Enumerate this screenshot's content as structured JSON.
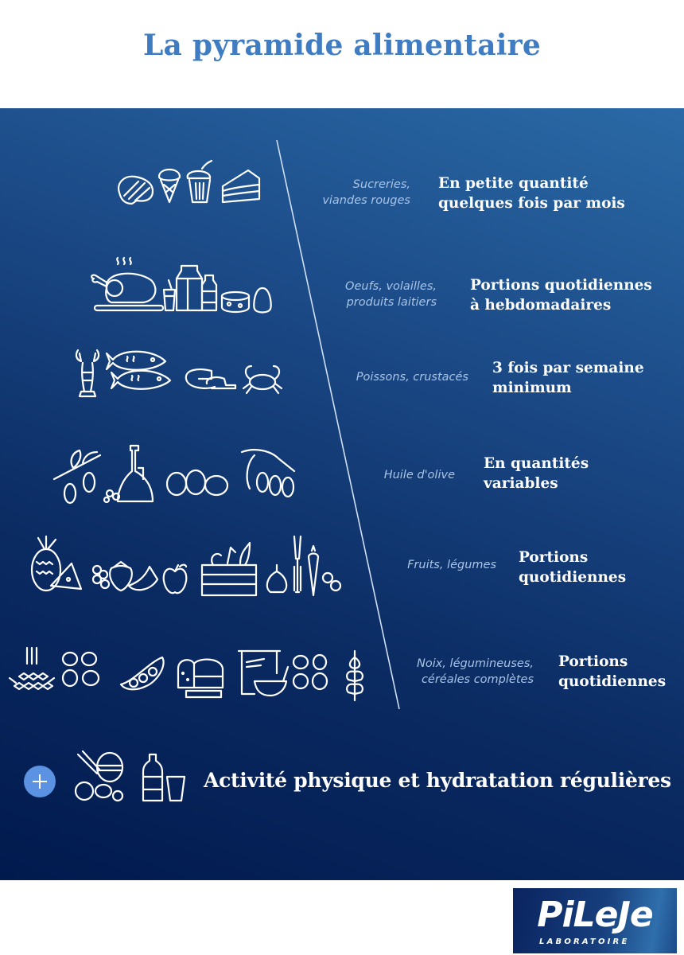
{
  "title": "La pyramide alimentaire",
  "colors": {
    "title": "#3f7cc2",
    "panel_dark": "#011a4e",
    "panel_light": "#2a6aa6",
    "category_text": "#a9c4e6",
    "frequency_text": "#ffffff",
    "plus_badge": "#5b93e2"
  },
  "tiers": [
    {
      "category": "Sucreries,\nviandes rouges",
      "category_lines": [
        "Sucreries,",
        "viandes rouges"
      ],
      "frequency_lines": [
        "En petite quantité",
        "quelques fois par mois"
      ],
      "icons": [
        "steak-icon",
        "ice-cream-icon",
        "cupcake-icon",
        "cake-slice-icon"
      ]
    },
    {
      "category_lines": [
        "Oeufs, volailles,",
        "produits laitiers"
      ],
      "frequency_lines": [
        "Portions quotidiennes",
        "à hebdomadaires"
      ],
      "icons": [
        "roast-chicken-icon",
        "yogurt-icon",
        "milk-carton-icon",
        "milk-bottle-icon",
        "cheese-icon",
        "egg-icon"
      ]
    },
    {
      "category_lines": [
        "Poissons, crustacés"
      ],
      "frequency_lines": [
        "3 fois par semaine",
        "minimum"
      ],
      "icons": [
        "lobster-icon",
        "fish-icon",
        "shrimp-icon",
        "crab-icon"
      ]
    },
    {
      "category_lines": [
        "Huile d'olive"
      ],
      "frequency_lines": [
        "En quantités",
        "variables"
      ],
      "icons": [
        "olive-branch-icon",
        "oil-bottle-icon",
        "olives-icon",
        "olive-sprig-icon"
      ]
    },
    {
      "category_lines": [
        "Fruits, légumes"
      ],
      "frequency_lines": [
        "Portions",
        "quotidiennes"
      ],
      "icons": [
        "pineapple-icon",
        "watermelon-icon",
        "grapes-icon",
        "strawberry-icon",
        "apple-icon",
        "vegetable-crate-icon",
        "onion-icon",
        "leek-icon",
        "carrot-icon",
        "mushroom-icon"
      ]
    },
    {
      "category_lines": [
        "Noix, légumineuses,",
        "céréales complètes"
      ],
      "frequency_lines": [
        "Portions",
        "quotidiennes"
      ],
      "icons": [
        "wheat-icon",
        "nuts-icon",
        "soybean-pod-icon",
        "bread-icon",
        "cereal-bowl-icon",
        "nuts-icon",
        "wheat-ear-icon"
      ]
    }
  ],
  "footer_row": {
    "badge": "+",
    "icons": [
      "sports-balls-icon",
      "water-bottle-icon",
      "glass-icon"
    ],
    "text": "Activité physique et hydratation régulières"
  },
  "logo": {
    "name": "PiLeJe",
    "subtitle": "LABORATOIRE"
  }
}
